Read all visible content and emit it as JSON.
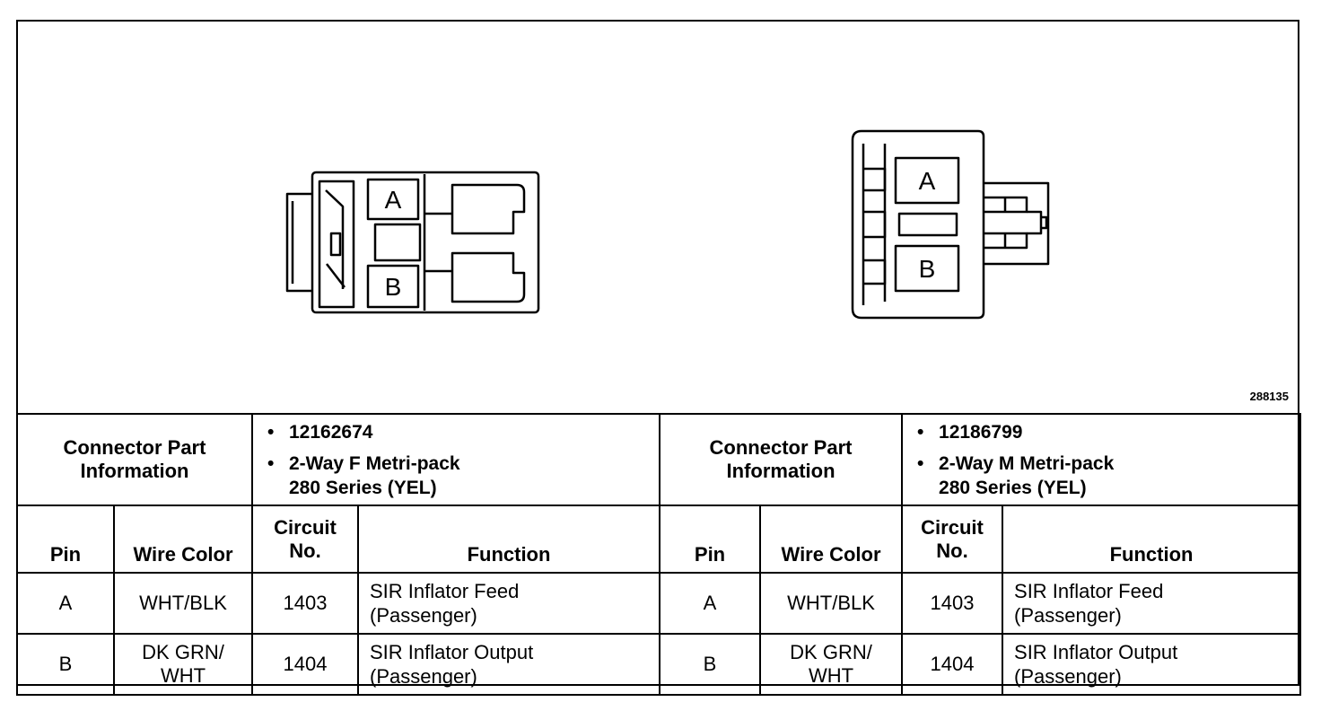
{
  "figure_id": "288135",
  "connectors": [
    {
      "pin_labels": [
        "A",
        "B"
      ],
      "info_label": "Connector Part Information",
      "part_number": "12162674",
      "description_line1": "2-Way F Metri-pack",
      "description_line2": "280 Series (YEL)"
    },
    {
      "pin_labels": [
        "A",
        "B"
      ],
      "info_label": "Connector Part Information",
      "part_number": "12186799",
      "description_line1": "2-Way M Metri-pack",
      "description_line2": "280 Series (YEL)"
    }
  ],
  "columns": {
    "pin": "Pin",
    "wire_color": "Wire Color",
    "circuit_line1": "Circuit",
    "circuit_line2": "No.",
    "function": "Function"
  },
  "rows": [
    {
      "left": {
        "pin": "A",
        "wire1": "WHT/BLK",
        "wire2": "",
        "circuit": "1403",
        "function1": "SIR Inflator Feed",
        "function2": "(Passenger)"
      },
      "right": {
        "pin": "A",
        "wire1": "WHT/BLK",
        "wire2": "",
        "circuit": "1403",
        "function1": "SIR Inflator Feed",
        "function2": "(Passenger)"
      }
    },
    {
      "left": {
        "pin": "B",
        "wire1": "DK GRN/",
        "wire2": "WHT",
        "circuit": "1404",
        "function1": "SIR Inflator Output",
        "function2": "(Passenger)"
      },
      "right": {
        "pin": "B",
        "wire1": "DK GRN/",
        "wire2": "WHT",
        "circuit": "1404",
        "function1": "SIR Inflator Output",
        "function2": "(Passenger)"
      }
    }
  ]
}
